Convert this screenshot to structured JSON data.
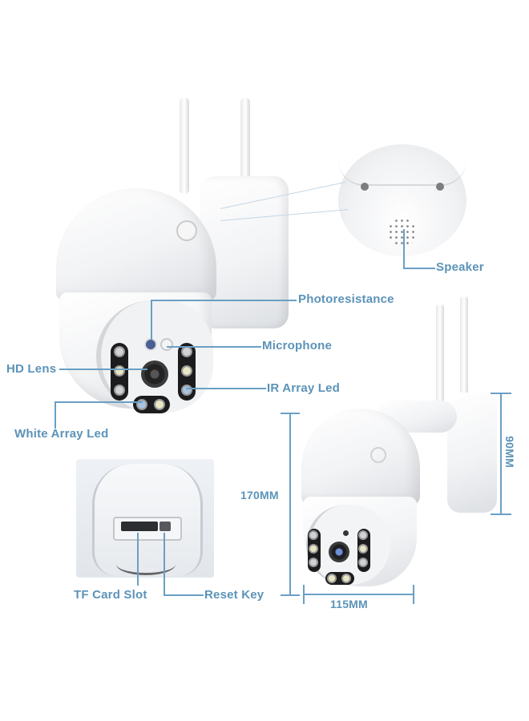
{
  "labels": {
    "speaker": "Speaker",
    "photoresistance": "Photoresistance",
    "microphone": "Microphone",
    "hd_lens": "HD Lens",
    "ir_array_led": "IR Array Led",
    "white_array_led": "White Array Led",
    "tf_card_slot": "TF Card Slot",
    "reset_key": "Reset Key"
  },
  "dimensions": {
    "height": "170MM",
    "width": "115MM",
    "mount_height": "90MM"
  },
  "colors": {
    "label_blue": "#5b93b8",
    "leader_line": "#6a9fc4",
    "background": "#ffffff"
  }
}
